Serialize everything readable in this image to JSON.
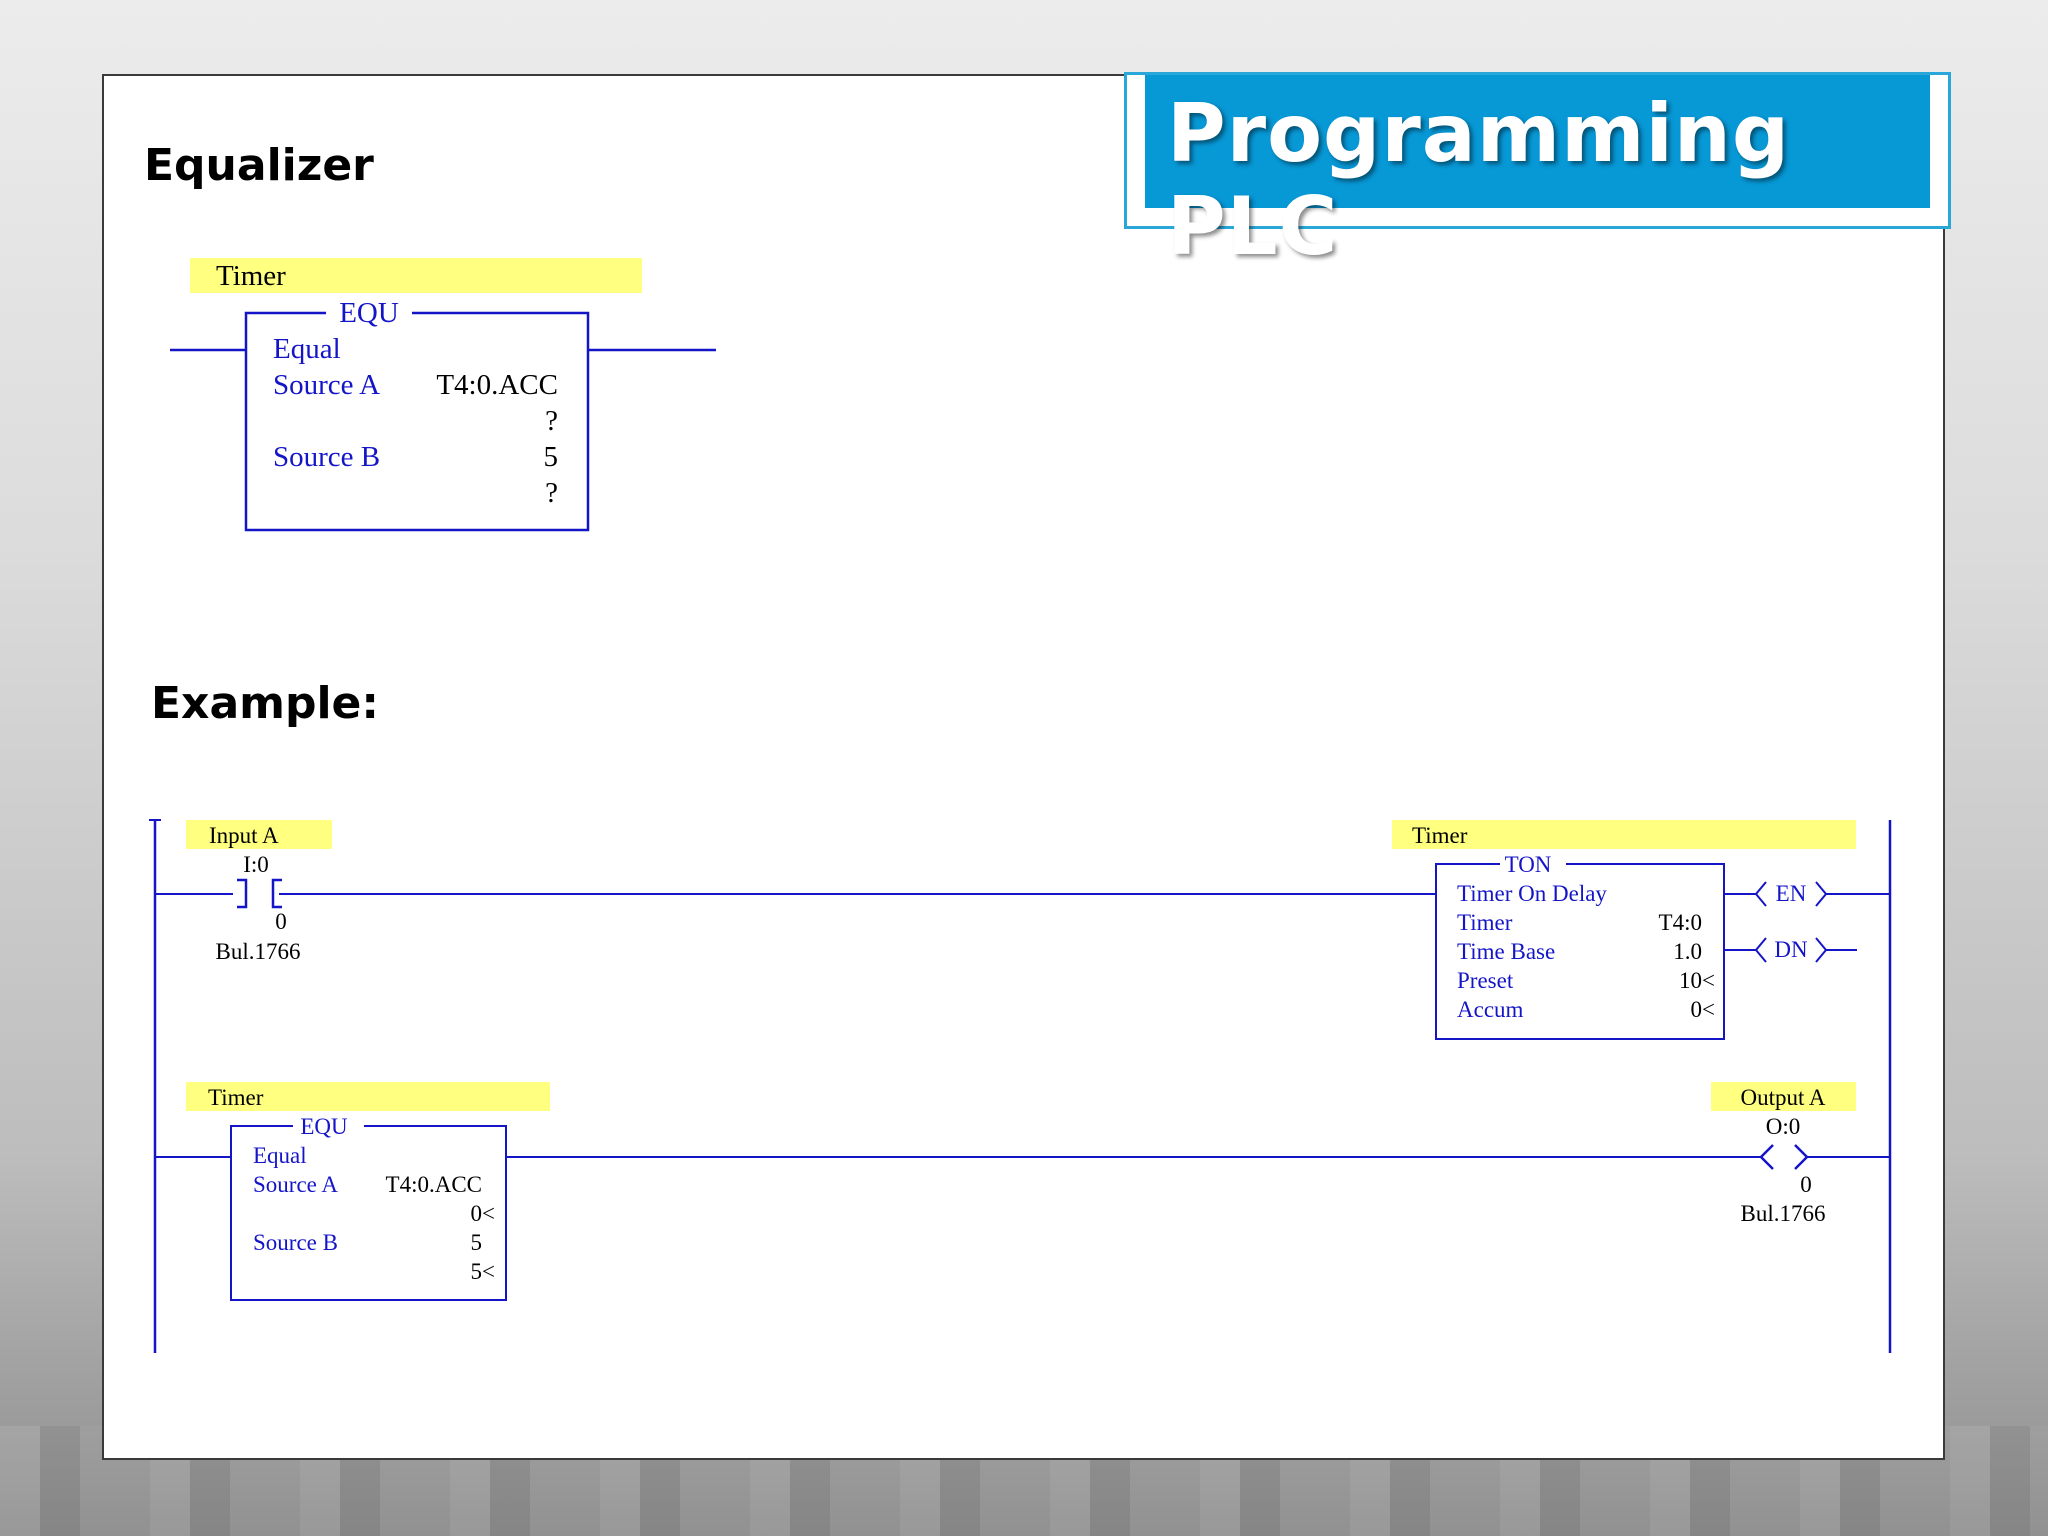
{
  "slide": {
    "title": "Programming PLC",
    "heading_equalizer": "Equalizer",
    "heading_example": "Example:"
  },
  "equalizer": {
    "tag_label": "Timer",
    "instruction": "EQU",
    "description": "Equal",
    "source_a_label": "Source A",
    "source_a_value": "T4:0.ACC",
    "source_a_live": "?",
    "source_b_label": "Source B",
    "source_b_value": "5",
    "source_b_live": "?"
  },
  "example": {
    "rung0": {
      "contact": {
        "tag_label": "Input A",
        "address": "I:0",
        "bit": "0",
        "device": "Bul.1766"
      },
      "timer": {
        "tag_label": "Timer",
        "instruction": "TON",
        "description": "Timer On Delay",
        "rows": [
          {
            "label": "Timer",
            "value": "T4:0"
          },
          {
            "label": "Time Base",
            "value": "1.0"
          },
          {
            "label": "Preset",
            "value": "10<"
          },
          {
            "label": "Accum",
            "value": "0<"
          }
        ],
        "out_en": "EN",
        "out_dn": "DN"
      }
    },
    "rung1": {
      "compare": {
        "tag_label": "Timer",
        "instruction": "EQU",
        "description": "Equal",
        "source_a_label": "Source A",
        "source_a_value": "T4:0.ACC",
        "source_a_live": "0<",
        "source_b_label": "Source B",
        "source_b_value": "5",
        "source_b_live": "5<"
      },
      "coil": {
        "tag_label": "Output A",
        "address": "O:0",
        "bit": "0",
        "device": "Bul.1766"
      }
    }
  },
  "colors": {
    "ladder_blue": "#1515c8",
    "tag_highlight": "#ffff80",
    "title_blue": "#0798d6",
    "title_border": "#29a7d8"
  }
}
